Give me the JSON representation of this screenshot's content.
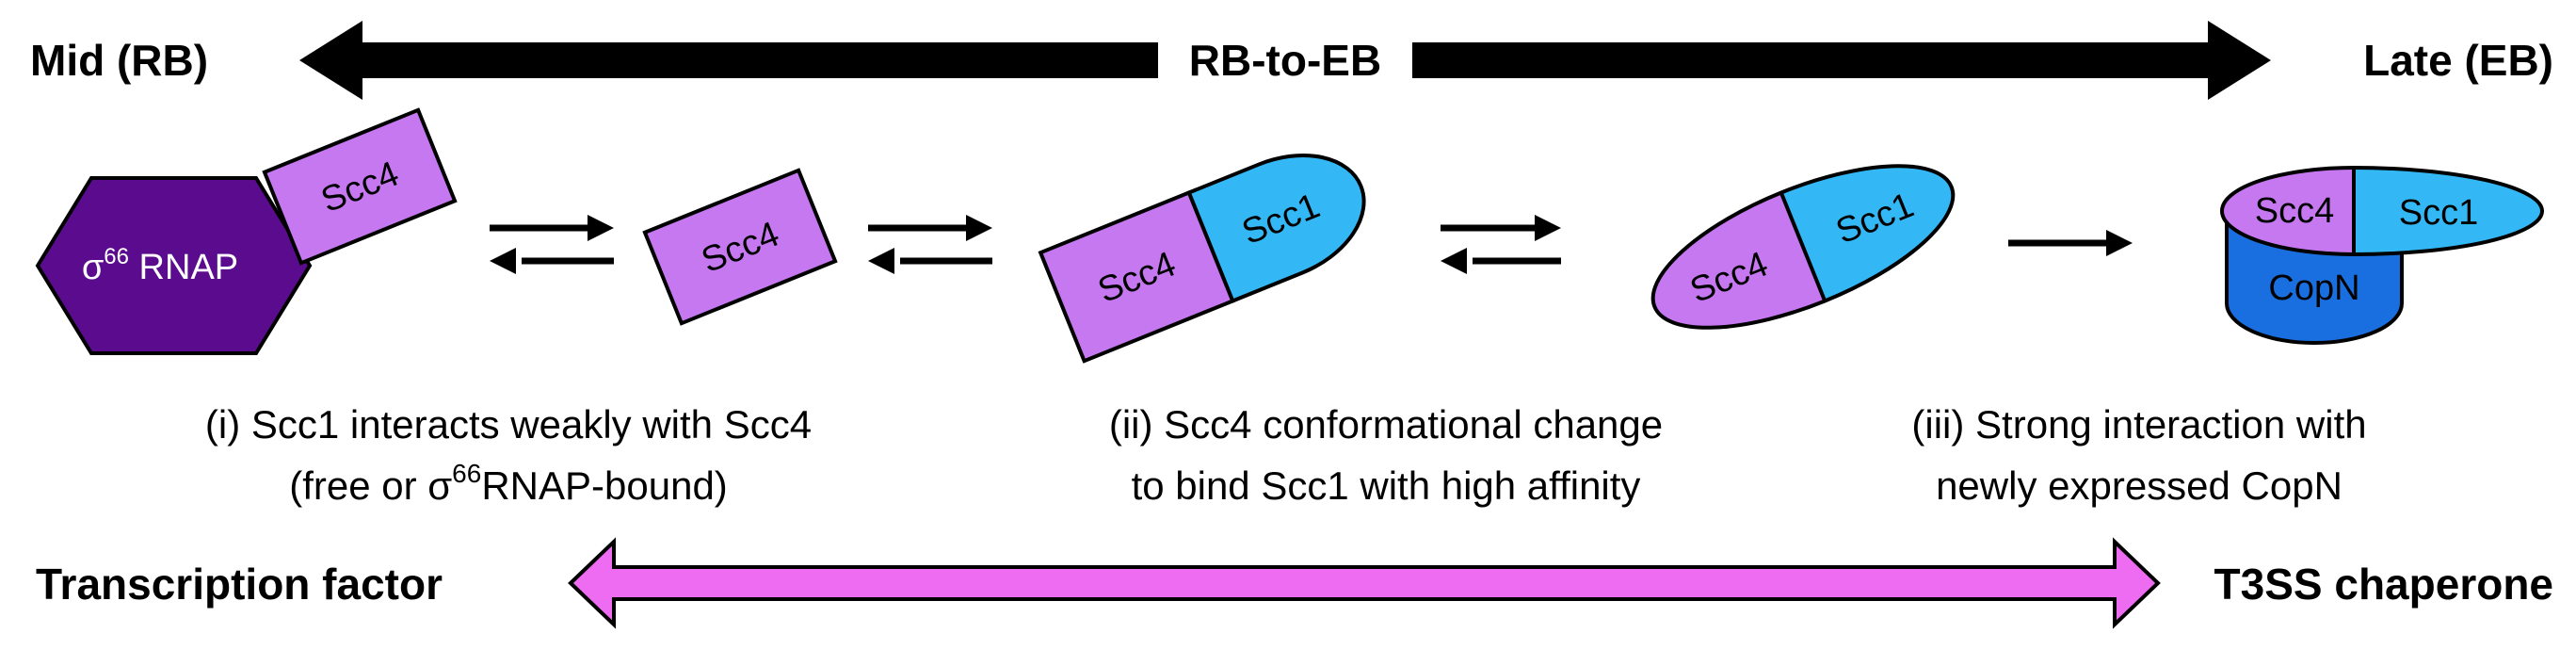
{
  "top": {
    "left_label": "Mid (RB)",
    "center_label": "RB-to-EB",
    "right_label": "Late (EB)"
  },
  "proteins": {
    "rnap_sigma": "σ",
    "rnap_sup": "66",
    "rnap_suffix": " RNAP",
    "scc4": "Scc4",
    "scc1": "Scc1",
    "copn": "CopN"
  },
  "captions": {
    "c1_line1": "(i) Scc1 interacts weakly with  Scc4",
    "c1_line2_a": "(free or σ",
    "c1_line2_sup": "66",
    "c1_line2_b": "RNAP-bound)",
    "c2_line1": "(ii) Scc4 conformational change",
    "c2_line2": "to bind Scc1 with high affinity",
    "c3_line1": "(iii) Strong interaction with",
    "c3_line2": "newly expressed CopN"
  },
  "bottom": {
    "left_label": "Transcription factor",
    "right_label": "T3SS chaperone"
  },
  "colors": {
    "purple_dark": "#5B0C8E",
    "lavender": "#C678F0",
    "cyan": "#33B8F5",
    "blue": "#1A6FE0",
    "magenta": "#EE6CF2",
    "black": "#000000"
  }
}
